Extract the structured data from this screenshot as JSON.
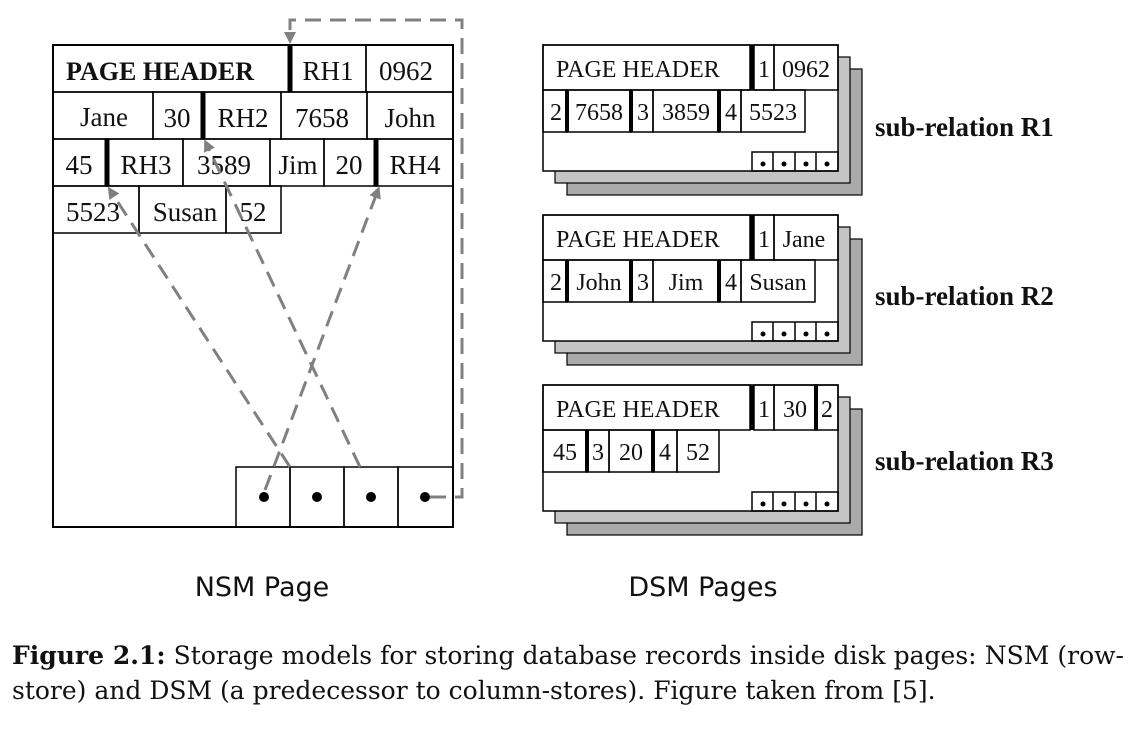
{
  "nsm": {
    "header": "PAGE HEADER",
    "title": "NSM Page",
    "cells": {
      "rh1": "RH1",
      "v0962": "0962",
      "jane": "Jane",
      "v30": "30",
      "rh2": "RH2",
      "v7658": "7658",
      "john": "John",
      "v45": "45",
      "rh3": "RH3",
      "v3589": "3589",
      "jim": "Jim",
      "v20": "20",
      "rh4": "RH4",
      "v5523": "5523",
      "susan": "Susan",
      "v52": "52"
    }
  },
  "dsm": {
    "title": "DSM Pages",
    "header": "PAGE HEADER",
    "pages": [
      {
        "label": "sub-relation R1",
        "row1": [
          "1",
          "0962"
        ],
        "row2": [
          "2",
          "7658",
          "3",
          "3859",
          "4",
          "5523"
        ]
      },
      {
        "label": "sub-relation R2",
        "row1": [
          "1",
          "Jane"
        ],
        "row2": [
          "2",
          "John",
          "3",
          "Jim",
          "4",
          "Susan"
        ]
      },
      {
        "label": "sub-relation R3",
        "row1": [
          "1",
          "30",
          "2"
        ],
        "row2": [
          "45",
          "3",
          "20",
          "4",
          "52"
        ]
      }
    ]
  },
  "caption": {
    "label": "Figure 2.1:",
    "text": " Storage models for storing database records inside disk pages: NSM (row-store) and DSM (a predecessor to column-stores). Figure taken from [5]."
  }
}
